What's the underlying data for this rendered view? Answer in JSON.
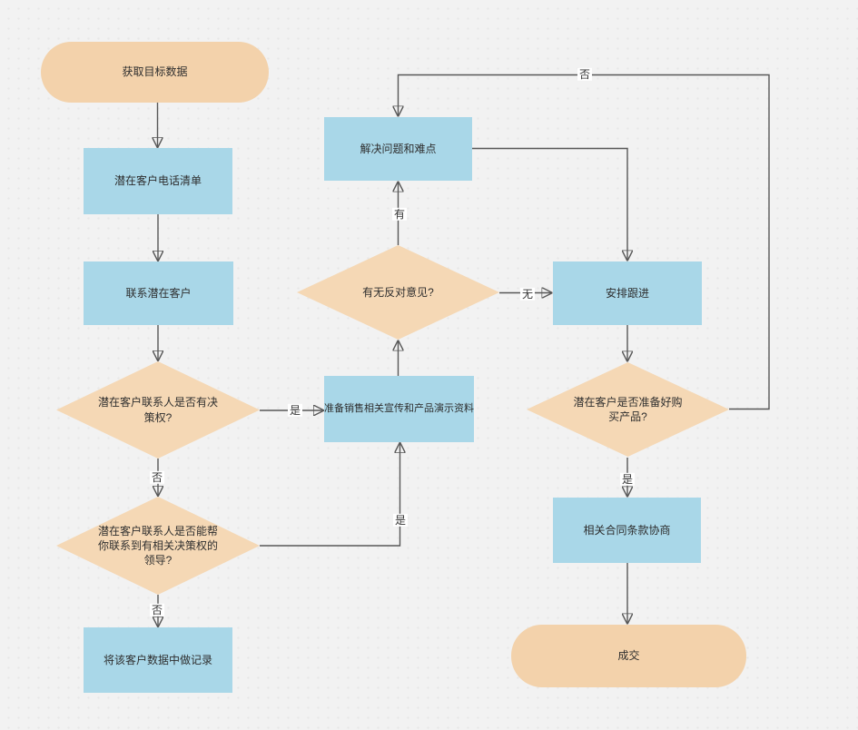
{
  "palette": {
    "background": "#f2f2f2",
    "process_fill": "#a9d7e8",
    "decision_fill": "#f5d8b5",
    "terminator_fill": "#f3d2ab",
    "connector": "#575757",
    "arrowhead": "#1f1f1f",
    "text": "#2e2e2e"
  },
  "nodes": {
    "start": {
      "shape": "terminator",
      "label": "获取目标数据"
    },
    "phone_list": {
      "shape": "process",
      "label": "潜在客户电话清单"
    },
    "contact_prospect": {
      "shape": "process",
      "label": "联系潜在客户"
    },
    "has_decision_power": {
      "shape": "decision",
      "label": "潜在客户联系人是否有决策权?"
    },
    "can_reach_leader": {
      "shape": "decision",
      "label": "潜在客户联系人是否能帮你联系到有相关决策权的领导?"
    },
    "record_in_db": {
      "shape": "process",
      "label": "将该客户数据中做记录"
    },
    "solve_problems": {
      "shape": "process",
      "label": "解决问题和难点"
    },
    "any_objections": {
      "shape": "decision",
      "label": "有无反对意见?"
    },
    "prepare_materials": {
      "shape": "process",
      "label": "准备销售相关宣传和产品演示资料"
    },
    "schedule_follow_up": {
      "shape": "process",
      "label": "安排跟进"
    },
    "ready_to_buy": {
      "shape": "decision",
      "label": "潜在客户是否准备好购买产品?"
    },
    "contract_negotiation": {
      "shape": "process",
      "label": "相关合同条款协商"
    },
    "deal_closed": {
      "shape": "terminator",
      "label": "成交"
    }
  },
  "edge_labels": {
    "d1_yes": "是",
    "d1_no": "否",
    "d2_yes": "是",
    "d2_no": "否",
    "d3_have": "有",
    "d3_none": "无",
    "d4_yes": "是",
    "d4_no": "否"
  }
}
